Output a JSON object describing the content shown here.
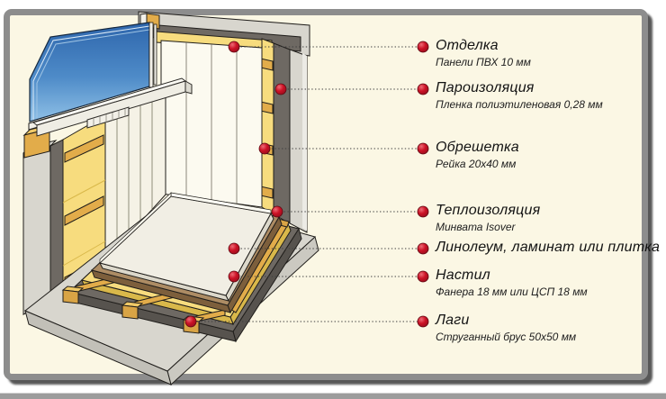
{
  "annotations": [
    {
      "title": "Отделка",
      "subtitle": "Панели ПВХ 10 мм"
    },
    {
      "title": "Пароизоляция",
      "subtitle": "Пленка полиэтиленовая 0,28 мм"
    },
    {
      "title": "Обрешетка",
      "subtitle": "Рейка 20х40 мм"
    },
    {
      "title": "Теплоизоляция",
      "subtitle": "Минвата Isover"
    },
    {
      "title": "Линолеум, ламинат или плитка",
      "subtitle": ""
    },
    {
      "title": "Настил",
      "subtitle": "Фанера 18 мм или ЦСП 18 мм"
    },
    {
      "title": "Лаги",
      "subtitle": "Струганный брус 50х50 мм"
    }
  ],
  "colors": {
    "accent_dot": "#C41225",
    "insulation_yellow": "#F7DC7E",
    "wood_tan": "#E2AC4A",
    "plywood_brown": "#AD8C64",
    "concrete_light": "#D8D6CE",
    "concrete_dark": "#6E6963",
    "panel_white": "#FCFAF0",
    "glass_blue": "#3A72B4",
    "background_cream": "#FBF7E4",
    "frame_gray": "#8D8D8D"
  }
}
